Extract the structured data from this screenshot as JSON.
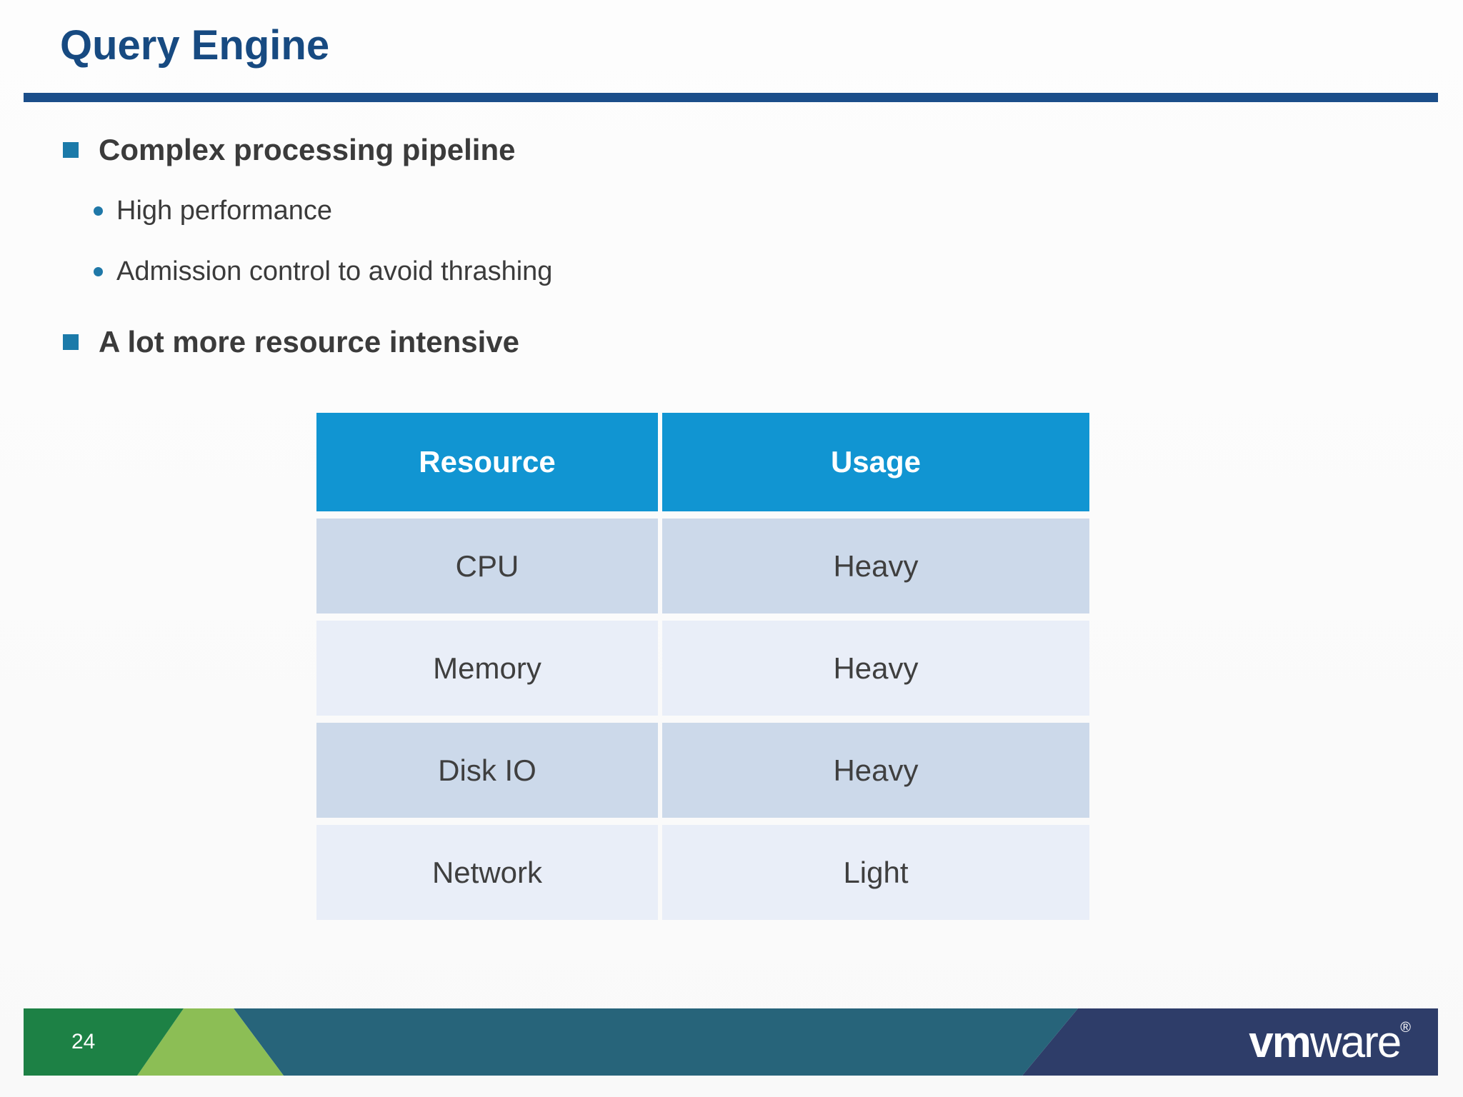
{
  "slide": {
    "title": "Query Engine"
  },
  "bullets": {
    "items": [
      {
        "level": 1,
        "text": "Complex processing pipeline"
      },
      {
        "level": 2,
        "text": "High performance"
      },
      {
        "level": 2,
        "text": "Admission control to avoid thrashing"
      },
      {
        "level": 1,
        "text": "A lot more resource intensive"
      }
    ]
  },
  "table": {
    "headers": [
      "Resource",
      "Usage"
    ],
    "rows": [
      [
        "CPU",
        "Heavy"
      ],
      [
        "Memory",
        "Heavy"
      ],
      [
        "Disk IO",
        "Heavy"
      ],
      [
        "Network",
        "Light"
      ]
    ]
  },
  "footer": {
    "page_number": "24",
    "logo": {
      "bold_part": "vm",
      "light_part": "ware",
      "registered_mark": "®"
    }
  },
  "colors": {
    "title_blue": "#174a81",
    "rule_blue": "#1b4e8a",
    "bullet_marker_teal": "#1b7aa9",
    "body_text": "#3b3b3b",
    "table_header_blue": "#1195d2",
    "table_row_dark": "#ccd9ea",
    "table_row_light": "#e9eef8",
    "footer_dark_green": "#1d8145",
    "footer_light_green": "#8cbe55",
    "footer_teal": "#27647a",
    "footer_navy": "#2e3d69"
  }
}
